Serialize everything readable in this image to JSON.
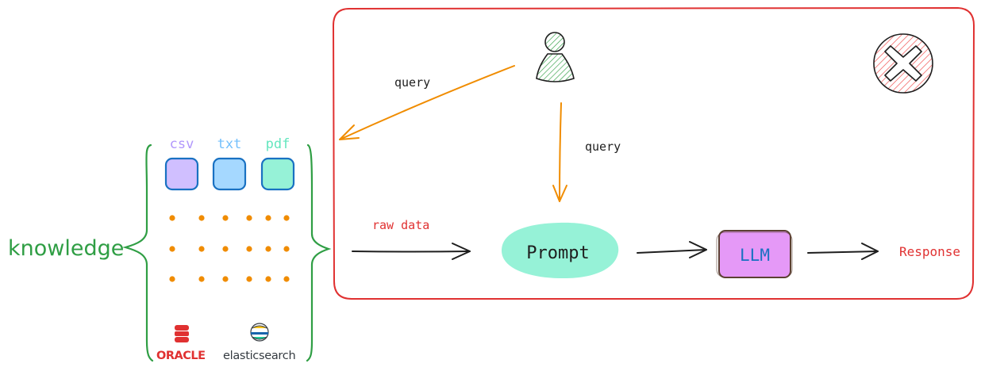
{
  "knowledge": {
    "label": "knowledge",
    "file_types": [
      "csv",
      "txt",
      "pdf"
    ],
    "sources": {
      "oracle": "ORACLE",
      "elasticsearch": "elasticsearch"
    }
  },
  "flow": {
    "query_to_knowledge": "query",
    "query_to_prompt": "query",
    "raw_data": "raw data",
    "prompt": "Prompt",
    "llm": "LLM",
    "response": "Response"
  },
  "colors": {
    "knowledge_green": "#2f9e44",
    "panel_red": "#e03131",
    "arrow_orange": "#f08c00",
    "csv_fill": "#d0bfff",
    "txt_fill": "#a5d8ff",
    "pdf_fill": "#96f2d7",
    "file_stroke": "#1971c2",
    "prompt_fill": "#96f2d7",
    "llm_fill": "#e599f7",
    "llm_text": "#1971c2",
    "user_fill": "#b2f2bb",
    "oracle_red": "#e03131"
  },
  "icons": {
    "user": "user-icon",
    "close": "close-icon",
    "oracle_db": "database-icon",
    "elasticsearch": "elasticsearch-icon"
  }
}
